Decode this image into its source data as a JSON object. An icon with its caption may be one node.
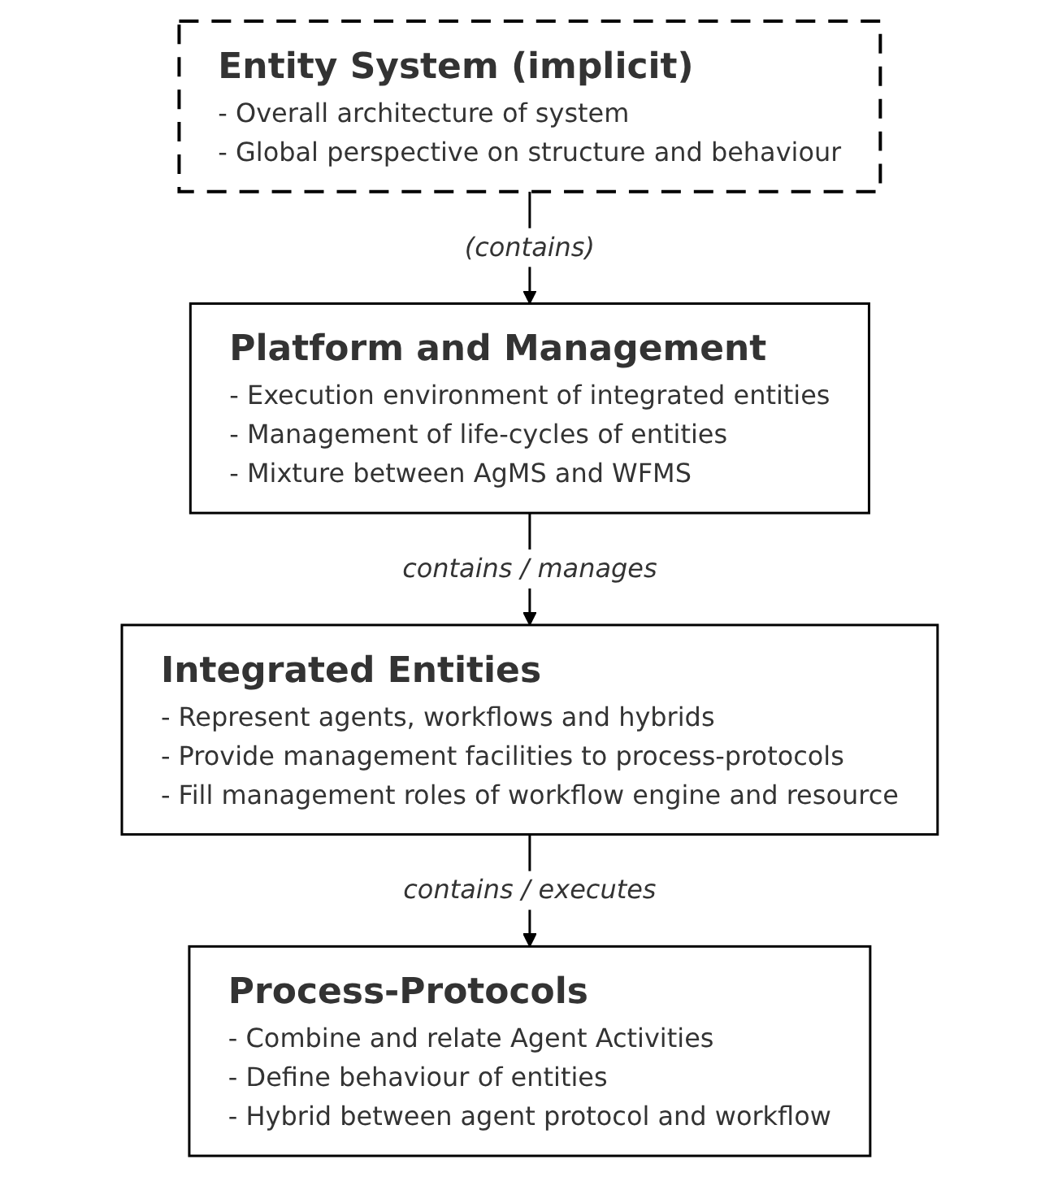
{
  "diagram": {
    "nodes": [
      {
        "text": [
          "Entity System (implicit)",
          "- Overall architecture of system",
          "- Global perspective on structure and behaviour"
        ]
      },
      {
        "text": [
          "Platform and Management",
          "- Execution environment of integrated entities",
          "- Management of life-cycles of entities",
          "- Mixture between AgMS and WFMS"
        ]
      },
      {
        "text": [
          "Integrated Entities",
          "- Represent agents, workflows and hybrids",
          "- Provide management facilities to process-protocols",
          "- Fill management roles of workflow engine and resource"
        ]
      },
      {
        "text": [
          "Process-Protocols",
          "- Combine and relate Agent Activities",
          "- Define behaviour of entities",
          "- Hybrid between agent protocol and workflow"
        ]
      }
    ],
    "edges": [
      {
        "from": 0,
        "to": 1,
        "arrow": "to",
        "label": "(contains)"
      },
      {
        "from": 1,
        "to": 2,
        "arrow": "to",
        "label": "contains / manages"
      },
      {
        "from": 2,
        "to": 3,
        "arrow": "to",
        "label": "contains / executes"
      }
    ]
  }
}
